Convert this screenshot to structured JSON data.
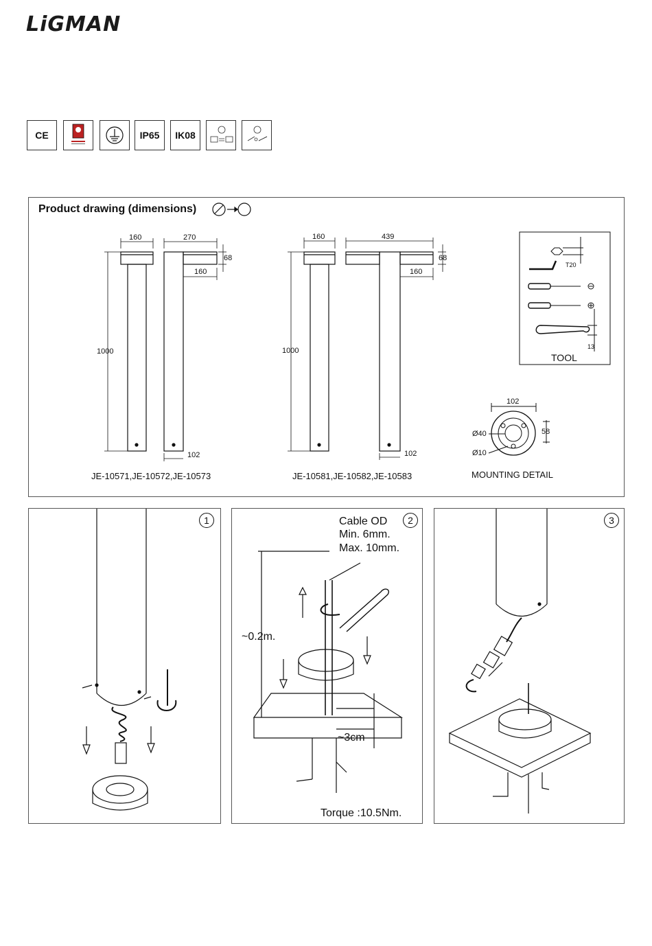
{
  "brand": "LiGMAN",
  "certifications": [
    "CE",
    "",
    "",
    "IP65",
    "IK08",
    "",
    ""
  ],
  "drawing": {
    "title": "Product drawing (dimensions)",
    "model_a": {
      "dims": {
        "width_top": "160",
        "width_side": "270",
        "height_head": "68",
        "arm": "160",
        "height": "1000",
        "base": "102"
      },
      "caption": "JE-10571,JE-10572,JE-10573"
    },
    "model_b": {
      "dims": {
        "width_top": "160",
        "width_side": "439",
        "height_head": "68",
        "arm": "160",
        "height": "1000",
        "base": "102"
      },
      "caption": "JE-10581,JE-10582,JE-10583"
    },
    "tool": {
      "label": "TOOL",
      "hex": "T20",
      "wrench": "13"
    },
    "mounting": {
      "label": "MOUNTING DETAIL",
      "width": "102",
      "height": "58",
      "d_outer": "Ø40",
      "d_inner": "Ø10"
    }
  },
  "steps": [
    {
      "number": "1"
    },
    {
      "number": "2",
      "cable_title": "Cable OD",
      "cable_min": "Min. 6mm.",
      "cable_max": "Max. 10mm.",
      "height_note": "~0.2m.",
      "depth_note": "~3cm",
      "torque": "Torque :10.5Nm."
    },
    {
      "number": "3"
    }
  ],
  "colors": {
    "line": "#111111",
    "frame": "#555555"
  }
}
